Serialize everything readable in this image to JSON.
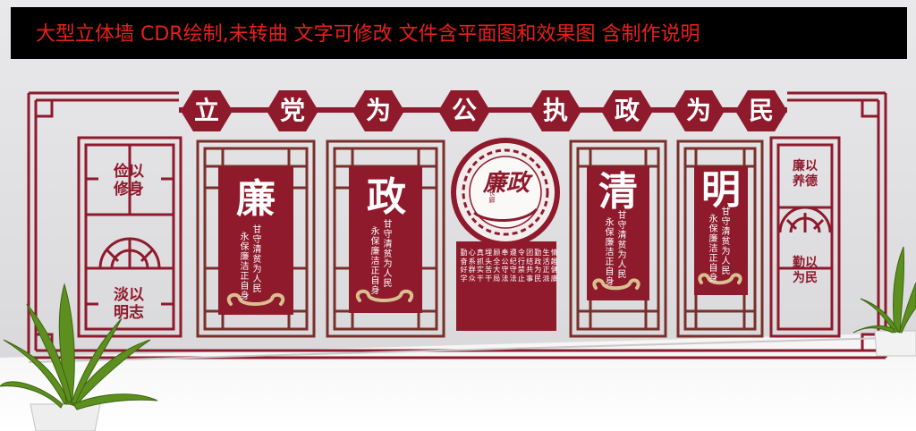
{
  "banner": {
    "text": "大型立体墙   CDR绘制,未转曲 文字可修改 文件含平面图和效果图 含制作说明"
  },
  "colors": {
    "wall_red": "#8e1a2c",
    "frame_brown": "#7a2f2a",
    "banner_red": "#e8201c",
    "banner_bg": "#000000",
    "scroll_gold": "#d9bf8f"
  },
  "top_slogan": {
    "left": [
      "立",
      "党",
      "为",
      "公"
    ],
    "right": [
      "执",
      "政",
      "为",
      "民"
    ]
  },
  "panels": [
    {
      "title": "廉",
      "col1": "甘守清贫为人民",
      "col2": "永保廉洁正自身"
    },
    {
      "title": "政",
      "col1": "甘守清贫为人民",
      "col2": "永保廉洁正自身"
    },
    {
      "title": "清",
      "col1": "甘守清贫为人民",
      "col2": "永保廉洁正自身"
    },
    {
      "title": "明",
      "col1": "甘守清贫为人民",
      "col2": "永保廉洁正自身"
    }
  ],
  "center_seal": {
    "title": "廉政",
    "subtitle": "文化长廊"
  },
  "center_text": [
    "勤奋好学",
    "心系群众",
    "真抓实干",
    "埋头苦干",
    "顾全大局",
    "奉公守法",
    "遵纪守法",
    "令行禁止",
    "团结共事",
    "勤政为民",
    "生活正派",
    "情趣健康"
  ],
  "left_side": {
    "top": "俭以修身",
    "bottom": "淡以明志"
  },
  "right_side": {
    "top": "廉以养德",
    "bottom": "勤以为民"
  }
}
